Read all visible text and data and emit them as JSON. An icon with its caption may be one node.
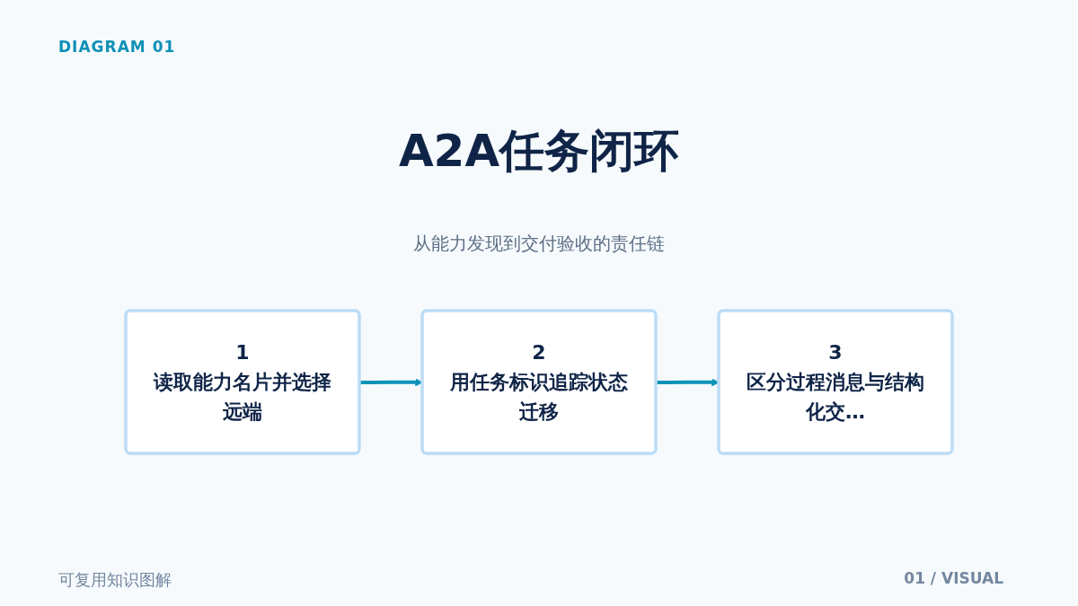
{
  "diagram": {
    "title": "A2A任务闭环",
    "nodes": [
      {
        "text": [
          "1",
          "读取能力名片并选择远端"
        ]
      },
      {
        "text": [
          "2",
          "用任务标识追踪状态迁移"
        ]
      },
      {
        "text": [
          "3",
          "区分过程消息与结构化交…"
        ]
      }
    ],
    "edges": [
      {
        "from": 0,
        "to": 1,
        "arrow": "to"
      },
      {
        "from": 1,
        "to": 2,
        "arrow": "to"
      }
    ],
    "labels": [
      "DIAGRAM 01",
      "从能力发现到交付验收的责任链",
      "可复用知识图解",
      "01 / VISUAL"
    ]
  }
}
